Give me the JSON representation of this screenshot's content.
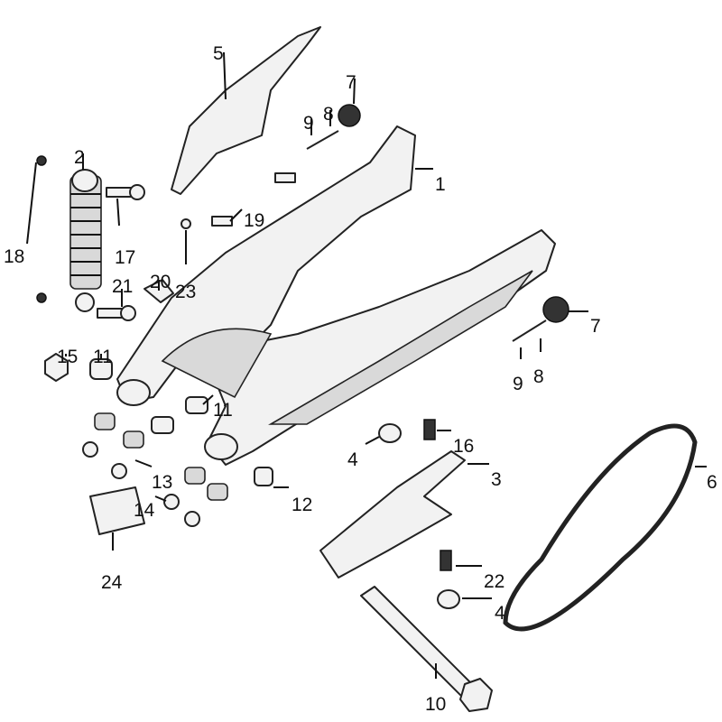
{
  "diagram": {
    "callouts": [
      "5",
      "7",
      "9",
      "8",
      "2",
      "1",
      "19",
      "18",
      "17",
      "20",
      "21",
      "23",
      "7",
      "15",
      "11",
      "9",
      "8",
      "11",
      "16",
      "4",
      "3",
      "6",
      "13",
      "12",
      "14",
      "22",
      "24",
      "4",
      "10"
    ]
  }
}
